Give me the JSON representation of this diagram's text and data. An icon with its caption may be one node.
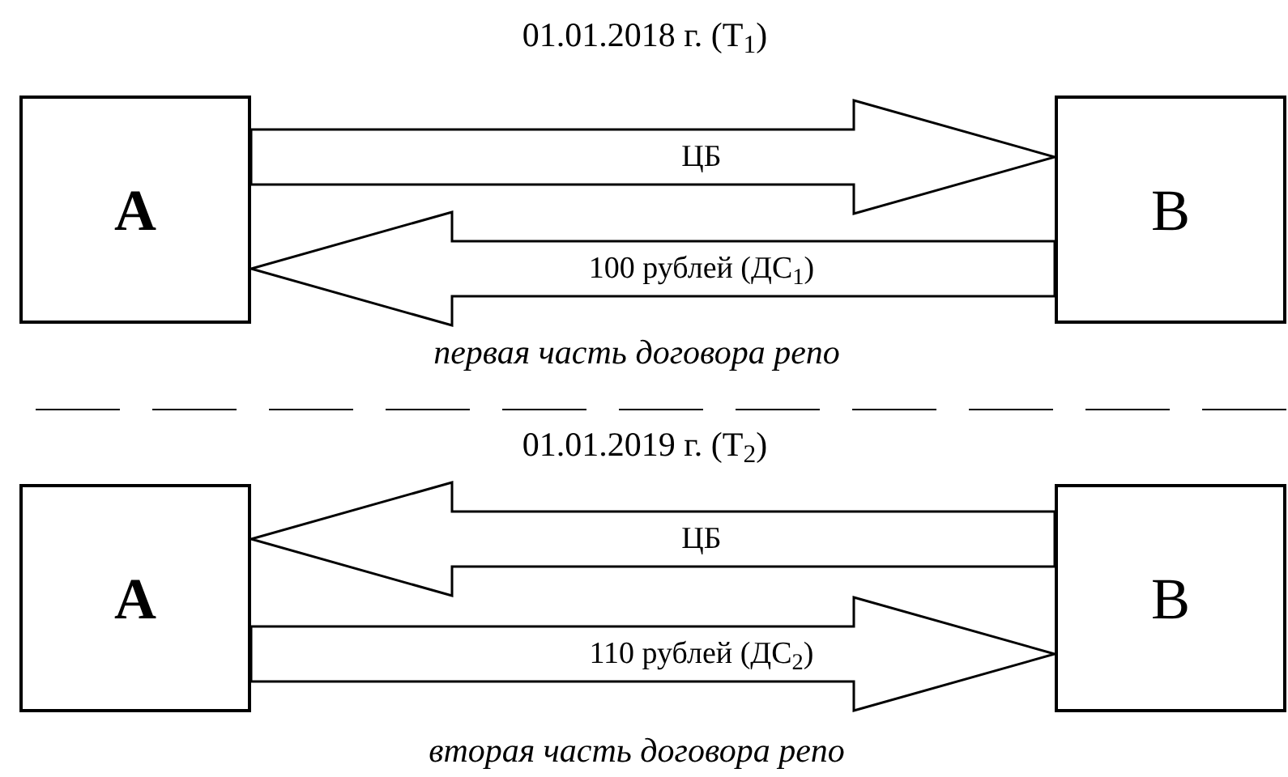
{
  "diagram": {
    "nodes": [
      {
        "text": [
          "A"
        ]
      },
      {
        "text": [
          "B"
        ]
      },
      {
        "text": [
          "A"
        ]
      },
      {
        "text": [
          "B"
        ]
      }
    ],
    "edges": [
      {
        "from": 0,
        "to": 1,
        "arrow": "to",
        "label": "ЦБ"
      },
      {
        "from": 1,
        "to": 0,
        "arrow": "to",
        "label": "100 рублей (ДС$_{1}$)"
      },
      {
        "from": 3,
        "to": 2,
        "arrow": "to",
        "label": "ЦБ"
      },
      {
        "from": 2,
        "to": 3,
        "arrow": "to",
        "label": "110 рублей (ДС$_{2}$)"
      }
    ],
    "labels": [
      "01.01.2018 г. (T$_{1}$)",
      "первая часть договора репо",
      "01.01.2019 г. (T$_{2}$)",
      "вторая часть договора репо"
    ]
  }
}
